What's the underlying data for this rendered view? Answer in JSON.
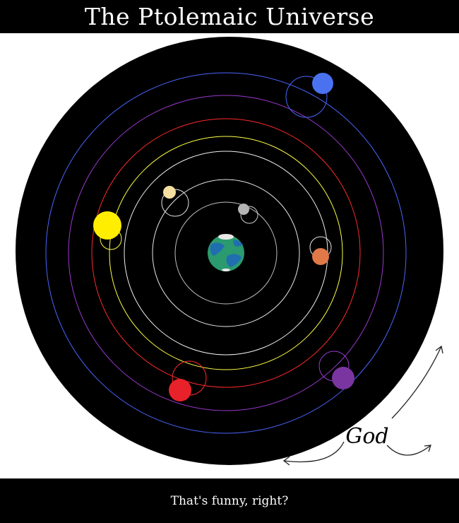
{
  "header": {
    "title": "The Ptolemaic Universe"
  },
  "diagram": {
    "annotation": "God",
    "bodies": [
      {
        "name": "earth",
        "color": "#2b9a6e"
      },
      {
        "name": "moon",
        "color": "#b5b5b5"
      },
      {
        "name": "mercury",
        "color": "#f5dfa0"
      },
      {
        "name": "venus",
        "color": "#e07848"
      },
      {
        "name": "sun",
        "color": "#ffee00"
      },
      {
        "name": "mars",
        "color": "#e8222a"
      },
      {
        "name": "jupiter",
        "color": "#7a35a0"
      },
      {
        "name": "saturn",
        "color": "#4a72f0"
      }
    ]
  },
  "footer": {
    "caption": "That's funny, right?"
  }
}
